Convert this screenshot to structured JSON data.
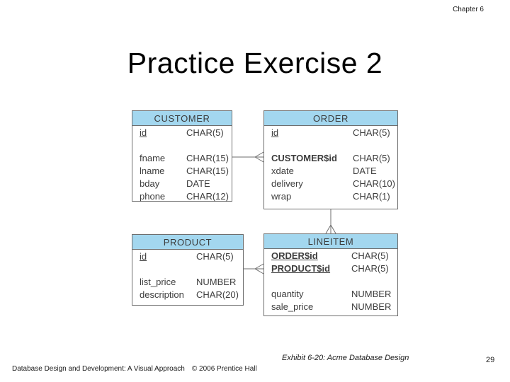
{
  "slide": {
    "chapter_label": "Chapter 6",
    "title": "Practice Exercise 2",
    "exhibit_caption": "Exhibit 6-20: Acme Database Design",
    "page_number": "29",
    "footer_text": "Database Design and Development: A Visual Approach",
    "copyright_text": "© 2006 Prentice Hall"
  },
  "colors": {
    "table_header_fill": "#a3d7ef",
    "table_border": "#6e6e6e",
    "table_text": "#3d3d3d",
    "connector": "#6e6e6e"
  },
  "diagram": {
    "tables": [
      {
        "id": "customer",
        "title": "CUSTOMER",
        "label_col_width": 66,
        "fields": [
          {
            "name": "id",
            "type": "CHAR(5)",
            "pk": true
          },
          {
            "gap": true
          },
          {
            "name": "fname",
            "type": "CHAR(15)"
          },
          {
            "name": "lname",
            "type": "CHAR(15)"
          },
          {
            "name": "bday",
            "type": "DATE"
          },
          {
            "name": "phone",
            "type": "CHAR(12)"
          }
        ]
      },
      {
        "id": "order",
        "title": "ORDER",
        "label_col_width": 115,
        "fields": [
          {
            "name": "id",
            "type": "CHAR(5)",
            "pk": true
          },
          {
            "gap": true
          },
          {
            "name": "CUSTOMER$id",
            "type": "CHAR(5)",
            "fk": true
          },
          {
            "name": "xdate",
            "type": "DATE"
          },
          {
            "name": "delivery",
            "type": "CHAR(10)"
          },
          {
            "name": "wrap",
            "type": "CHAR(1)"
          }
        ]
      },
      {
        "id": "product",
        "title": "PRODUCT",
        "label_col_width": 80,
        "fields": [
          {
            "name": "id",
            "type": "CHAR(5)",
            "pk": true
          },
          {
            "gap": true
          },
          {
            "name": "list_price",
            "type": "NUMBER"
          },
          {
            "name": "description",
            "type": "CHAR(20)"
          }
        ]
      },
      {
        "id": "lineitem",
        "title": "LINEITEM",
        "label_col_width": 113,
        "fields": [
          {
            "name": "ORDER$id",
            "type": "CHAR(5)",
            "pk": true,
            "fk": true
          },
          {
            "name": "PRODUCT$id",
            "type": "CHAR(5)",
            "pk": true,
            "fk": true
          },
          {
            "gap": true
          },
          {
            "name": "quantity",
            "type": "NUMBER"
          },
          {
            "name": "sale_price",
            "type": "NUMBER"
          }
        ]
      }
    ],
    "relationships": [
      {
        "from": "CUSTOMER",
        "to": "ORDER",
        "cardinality": "one-to-many"
      },
      {
        "from": "ORDER",
        "to": "LINEITEM",
        "cardinality": "one-to-many"
      },
      {
        "from": "PRODUCT",
        "to": "LINEITEM",
        "cardinality": "one-to-many"
      }
    ]
  }
}
